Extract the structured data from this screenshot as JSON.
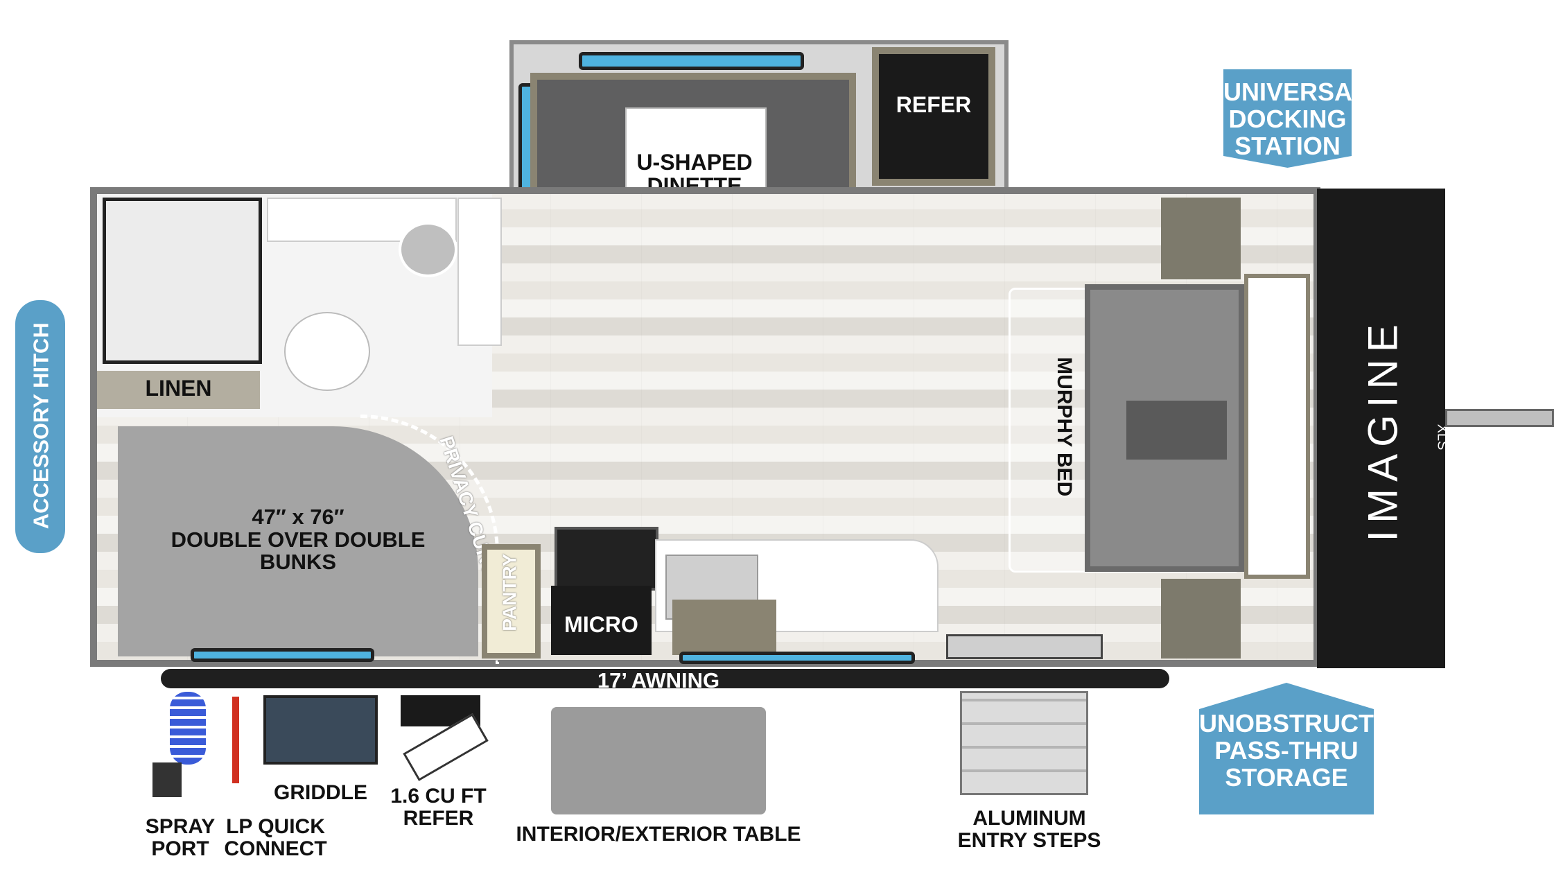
{
  "labels": {
    "u_shaped_dinette": "U-SHAPED\nDINETTE",
    "refer_top": "REFER",
    "universal_docking": "UNIVERSAL\nDOCKING\nSTATION",
    "accessory_hitch": "ACCESSORY HITCH",
    "linen": "LINEN",
    "privacy_curtains": "PRIVACY CURTAINS",
    "bunks": "47″ x 76″\nDOUBLE OVER DOUBLE\nBUNKS",
    "pantry": "PANTRY",
    "micro": "MICRO",
    "murphy_bed": "MURPHY BED",
    "awning": "17’ AWNING",
    "pass_thru": "UNOBSTRUCTED\nPASS-THRU\nSTORAGE",
    "griddle": "GRIDDLE",
    "spray_port": "SPRAY\nPORT",
    "lp_quick_connect": "LP QUICK\nCONNECT",
    "refer_outside": "1.6 CU FT\nREFER",
    "table": "INTERIOR/EXTERIOR TABLE",
    "entry_steps": "ALUMINUM\nENTRY STEPS",
    "brand": "IMAGINE",
    "model": "XLS"
  },
  "colors": {
    "callout_blue": "#5aa0c8",
    "window_blue": "#4fb3e0",
    "cabinet_tan": "#8a8472",
    "dark": "#1a1a1a"
  }
}
